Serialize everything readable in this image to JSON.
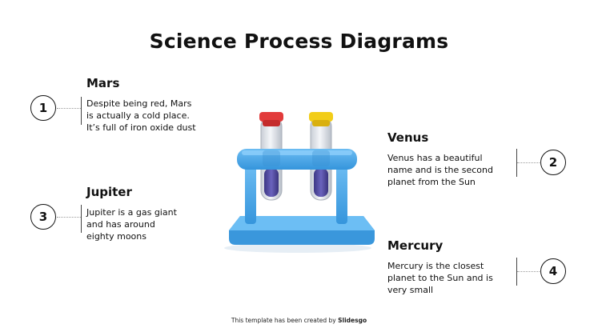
{
  "slide": {
    "title": "Science Process Diagrams",
    "credit_text": "This template has been created by",
    "credit_brand": "Slidesgo"
  },
  "items": [
    {
      "number": "1",
      "title": "Mars",
      "text": "Despite being red, Mars\nis actually a cold place.\nIt’s full of iron oxide dust"
    },
    {
      "number": "2",
      "title": "Venus",
      "text": "Venus has a beautiful\nname and is the second\nplanet from the Sun"
    },
    {
      "number": "3",
      "title": "Jupiter",
      "text": "Jupiter is a gas giant\nand has around\neighty moons"
    },
    {
      "number": "4",
      "title": "Mercury",
      "text": "Mercury is the closest\nplanet to the Sun and is\nvery small"
    }
  ],
  "colors": {
    "stand": "#4aa6e6",
    "stand_dark": "#2f86c8",
    "tube_liquid": "#4f4a9c",
    "cap_red": "#e23b3b",
    "cap_yellow": "#f2cd18"
  }
}
